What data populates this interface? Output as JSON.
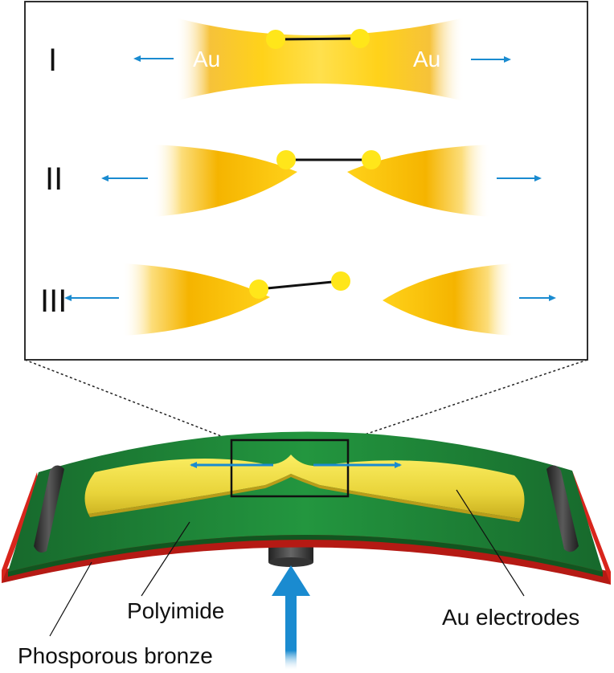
{
  "inset": {
    "stages": [
      {
        "label": "I",
        "left_metal": "Au",
        "right_metal": "Au"
      },
      {
        "label": "II"
      },
      {
        "label": "III"
      }
    ]
  },
  "device": {
    "labels": {
      "polyimide": "Polyimide",
      "electrodes": "Au electrodes",
      "substrate": "Phosporous bronze"
    }
  },
  "colors": {
    "gold": "#FFD21A",
    "gold_dark": "#F2A700",
    "electrode": "#F3DE3A",
    "arrow": "#1A8BD0",
    "polyimide": "#1E8A3A",
    "bronze": "#D8251C",
    "rod": "#3A3A3A",
    "molecule_atom": "#FFE61A"
  }
}
